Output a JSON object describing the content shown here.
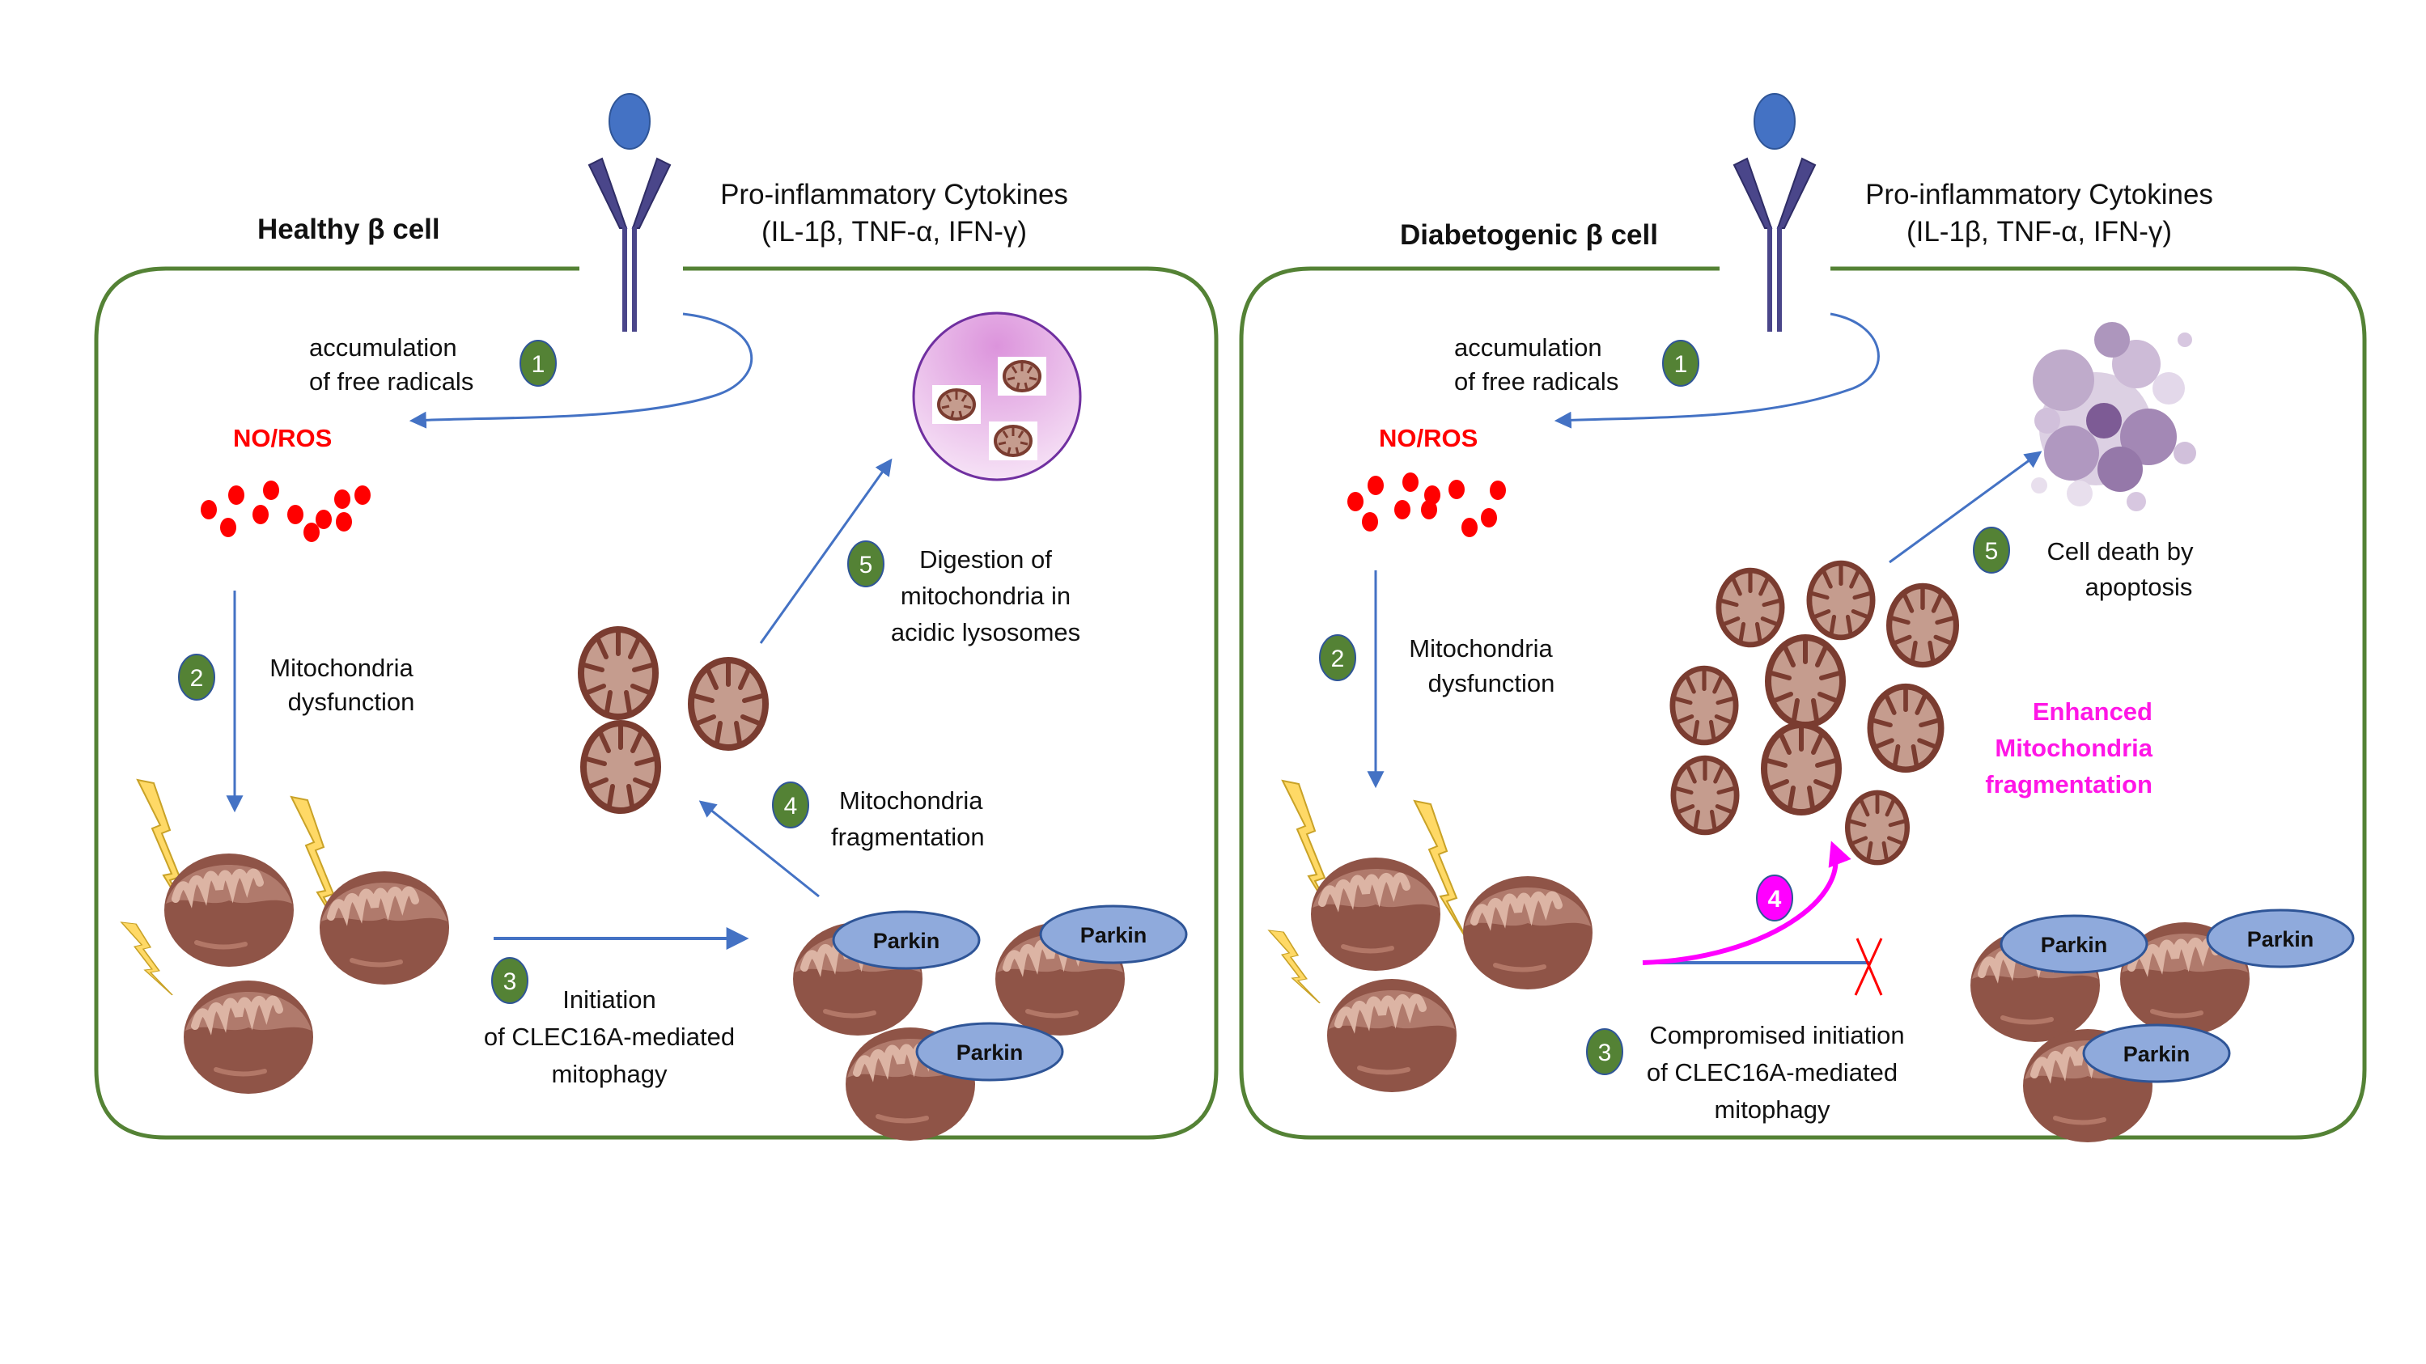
{
  "colors": {
    "cell_border": "#548235",
    "badge_green": "#548235",
    "badge_magenta": "#ff00ff",
    "badge_outline": "#2f5597",
    "arrow_blue": "#4472c4",
    "antibody_head": "#4472c4",
    "antibody_body": "#4a4a8a",
    "ros_red": "#ff0000",
    "mito_outer": "#8b4a3c",
    "mito_inner": "#c9a08f",
    "parkin_fill": "#8faadc",
    "bolt_yellow": "#ffd966",
    "lysosome": "#e2a8e6",
    "enhanced_pink": "#ff16e6",
    "cross_red": "#ff0000"
  },
  "panels": [
    {
      "title": "Healthy β cell",
      "cytokines_line1": "Pro-inflammatory Cytokines",
      "cytokines_line2": "(IL-1β, TNF-α, IFN-γ)",
      "ros_label": "NO/ROS",
      "steps": [
        {
          "number": "1",
          "lines": [
            "accumulation",
            "of free radicals"
          ]
        },
        {
          "number": "2",
          "lines": [
            "Mitochondria",
            "dysfunction"
          ]
        },
        {
          "number": "3",
          "lines": [
            "Initiation",
            "of CLEC16A-mediated",
            "mitophagy"
          ]
        },
        {
          "number": "4",
          "lines": [
            "Mitochondria",
            "fragmentation"
          ]
        },
        {
          "number": "5",
          "lines": [
            "Digestion of",
            "mitochondria in",
            "acidic lysosomes"
          ]
        }
      ],
      "parkin_labels": [
        "Parkin",
        "Parkin",
        "Parkin"
      ],
      "icons": [
        "antibody-icon",
        "free-radical-dots",
        "lightning-bolt-icon",
        "mitochondrion-icon",
        "parkin-protein-icon",
        "lysosome-icon"
      ]
    },
    {
      "title": "Diabetogenic β cell",
      "cytokines_line1": "Pro-inflammatory Cytokines",
      "cytokines_line2": "(IL-1β, TNF-α, IFN-γ)",
      "ros_label": "NO/ROS",
      "steps": [
        {
          "number": "1",
          "lines": [
            "accumulation",
            "of free radicals"
          ]
        },
        {
          "number": "2",
          "lines": [
            "Mitochondria",
            "dysfunction"
          ]
        },
        {
          "number": "3",
          "lines": [
            "Compromised initiation",
            "of CLEC16A-mediated",
            "mitophagy"
          ]
        },
        {
          "number": "4",
          "lines": []
        },
        {
          "number": "5",
          "lines": [
            "Cell death by",
            "apoptosis"
          ]
        }
      ],
      "enhanced_label": [
        "Enhanced",
        "Mitochondria",
        "fragmentation"
      ],
      "parkin_labels": [
        "Parkin",
        "Parkin",
        "Parkin"
      ],
      "icons": [
        "antibody-icon",
        "free-radical-dots",
        "lightning-bolt-icon",
        "mitochondrion-icon",
        "parkin-protein-icon",
        "blocked-cross-icon",
        "apoptotic-cell-icon"
      ]
    }
  ]
}
